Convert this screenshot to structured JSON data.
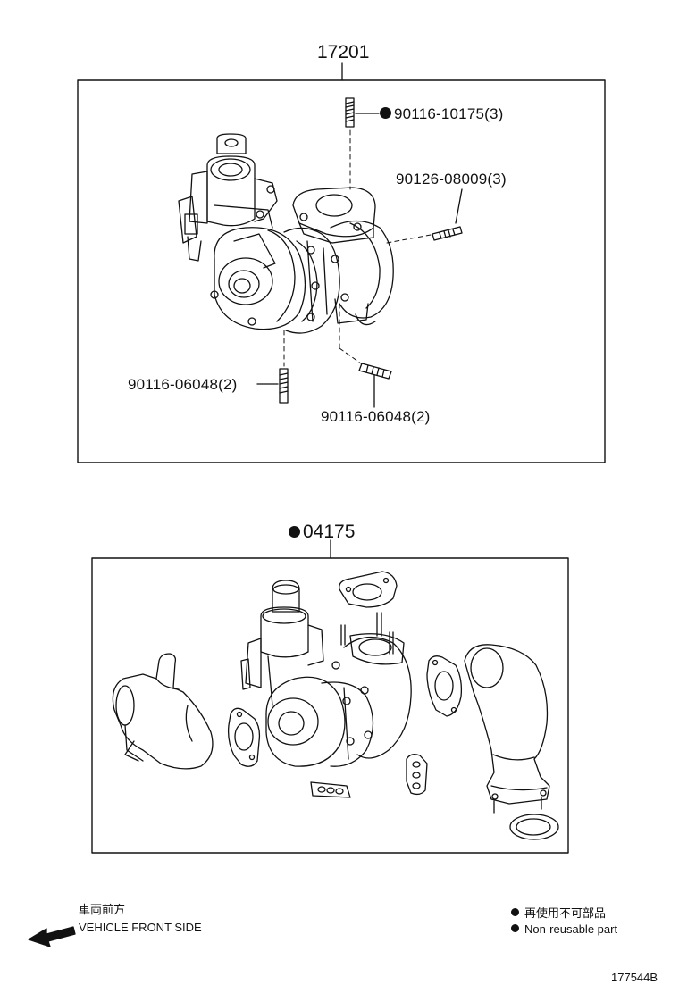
{
  "assembly": {
    "part_number": "17201",
    "callouts": [
      {
        "number": "90116-10175",
        "qty": "(3)",
        "non_reusable": true
      },
      {
        "number": "90126-08009",
        "qty": "(3)",
        "non_reusable": false
      },
      {
        "number": "90116-06048",
        "qty": "(2)",
        "non_reusable": false
      },
      {
        "number": "90116-06048",
        "qty": "(2)",
        "non_reusable": false
      }
    ]
  },
  "kit": {
    "part_number": "04175",
    "non_reusable": true
  },
  "orientation": {
    "label_jp": "車両前方",
    "label_en": "VEHICLE FRONT SIDE"
  },
  "legend": {
    "label_jp": "再使用不可部品",
    "label_en": "Non-reusable part"
  },
  "figure_id": "177544B"
}
